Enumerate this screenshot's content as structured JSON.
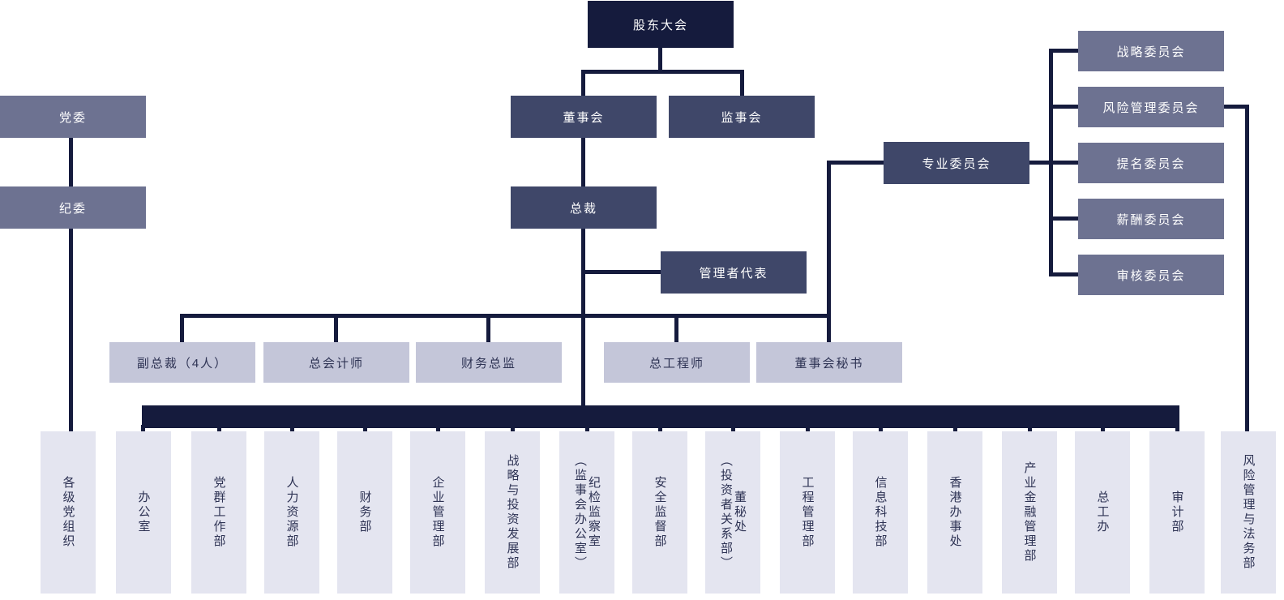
{
  "org": {
    "shareholders": "股东大会",
    "board": "董事会",
    "supervisory": "监事会",
    "party_committee": "党委",
    "discipline_committee": "纪委",
    "president": "总裁",
    "management_rep": "管理者代表",
    "special_committees_hub": "专业委员会",
    "committees": [
      "战略委员会",
      "风险管理委员会",
      "提名委员会",
      "薪酬委员会",
      "审核委员会"
    ],
    "executives": [
      "副总裁（4人）",
      "总会计师",
      "财务总监",
      "总工程师",
      "董事会秘书"
    ],
    "departments": [
      {
        "label": "各级党组织"
      },
      {
        "label": "办公室"
      },
      {
        "label": "党群工作部"
      },
      {
        "label": "人力资源部"
      },
      {
        "label": "财务部"
      },
      {
        "label": "企业管理部"
      },
      {
        "label": "战略与投资发展部"
      },
      {
        "label": "纪检监察室",
        "sublabel": "（监事会办公室）"
      },
      {
        "label": "安全监督部"
      },
      {
        "label": "董秘处",
        "sublabel": "（投资者关系部）"
      },
      {
        "label": "工程管理部"
      },
      {
        "label": "信息科技部"
      },
      {
        "label": "香港办事处"
      },
      {
        "label": "产业金融管理部"
      },
      {
        "label": "总工办"
      },
      {
        "label": "审计部"
      },
      {
        "label": "风险管理与法务部"
      }
    ],
    "colors": {
      "primary_dark": "#151b3d",
      "node_blue": "#3f4769",
      "node_gray": "#6d7291",
      "node_lavender": "#c4c6d9",
      "node_light": "#e4e5f0"
    }
  }
}
